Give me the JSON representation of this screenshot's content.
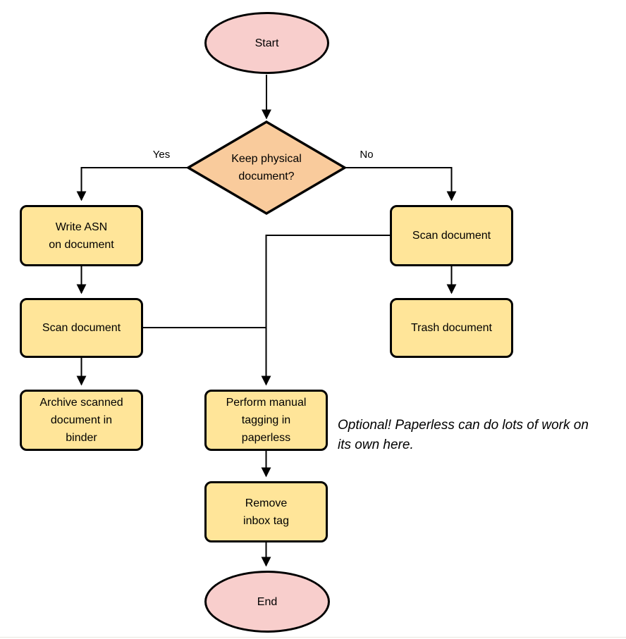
{
  "nodes": {
    "start": {
      "label": "Start"
    },
    "decision": {
      "label": "Keep physical\ndocument?"
    },
    "write_asn": {
      "label": "Write ASN\non document"
    },
    "scan_left": {
      "label": "Scan document"
    },
    "archive": {
      "label": "Archive scanned\ndocument in\nbinder"
    },
    "scan_right": {
      "label": "Scan document"
    },
    "trash": {
      "label": "Trash document"
    },
    "tagging": {
      "label": "Perform manual\ntagging in\npaperless"
    },
    "remove_inbox": {
      "label": "Remove\ninbox tag"
    },
    "end": {
      "label": "End"
    }
  },
  "edge_labels": {
    "yes": "Yes",
    "no": "No"
  },
  "annotation": "Optional! Paperless can do lots of work on\nits own here.",
  "colors": {
    "terminal_fill": "#f8cecc",
    "decision_fill": "#f9cb9c",
    "process_fill": "#ffe599",
    "stroke": "#000000"
  }
}
